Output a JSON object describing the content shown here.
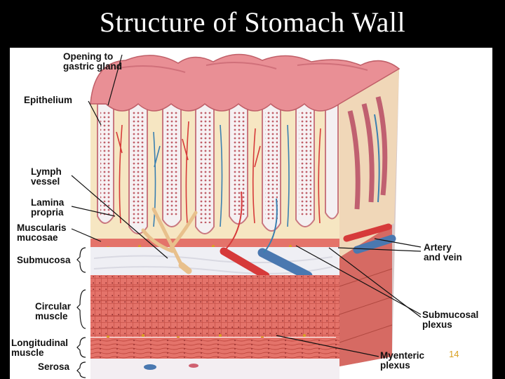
{
  "slide": {
    "title": "Structure of Stomach Wall",
    "page_number": "14"
  },
  "labels": {
    "opening_to_gastric_gland": [
      "Opening to",
      "gastric gland"
    ],
    "epithelium": [
      "Epithelium"
    ],
    "lymph_vessel": [
      "Lymph",
      "vessel"
    ],
    "lamina_propria": [
      "Lamina",
      "propria"
    ],
    "muscularis_mucosae": [
      "Muscularis",
      "mucosae"
    ],
    "submucosa": [
      "Submucosa"
    ],
    "circular_muscle": [
      "Circular",
      "muscle"
    ],
    "longitudinal_muscle": [
      "Longitudinal",
      "muscle"
    ],
    "serosa": [
      "Serosa"
    ],
    "artery_and_vein": [
      "Artery",
      "and vein"
    ],
    "submucosal_plexus": [
      "Submucosal",
      "plexus"
    ],
    "myenteric_plexus": [
      "Myenteric",
      "plexus"
    ]
  },
  "colors": {
    "background": "#000000",
    "panel": "#ffffff",
    "mucosa": "#e98f95",
    "lamina_propria": "#f6e6c2",
    "submucosa": "#efeff4",
    "muscle": "#e4736a",
    "artery": "#d63a3a",
    "vein": "#4a78b0",
    "lymph": "#e8c08c",
    "page_number": "#d8a020"
  }
}
